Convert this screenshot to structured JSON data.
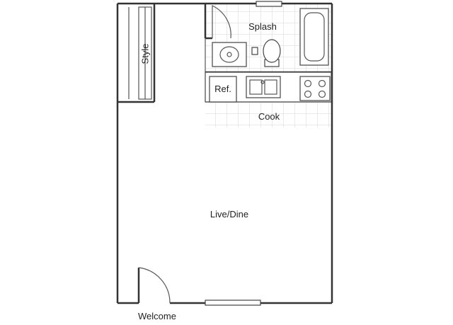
{
  "rooms": {
    "closet": "Style",
    "bath": "Splash",
    "kitchen": "Cook",
    "living": "Live/Dine",
    "entry": "Welcome"
  },
  "appliances": {
    "fridge": "Ref."
  }
}
